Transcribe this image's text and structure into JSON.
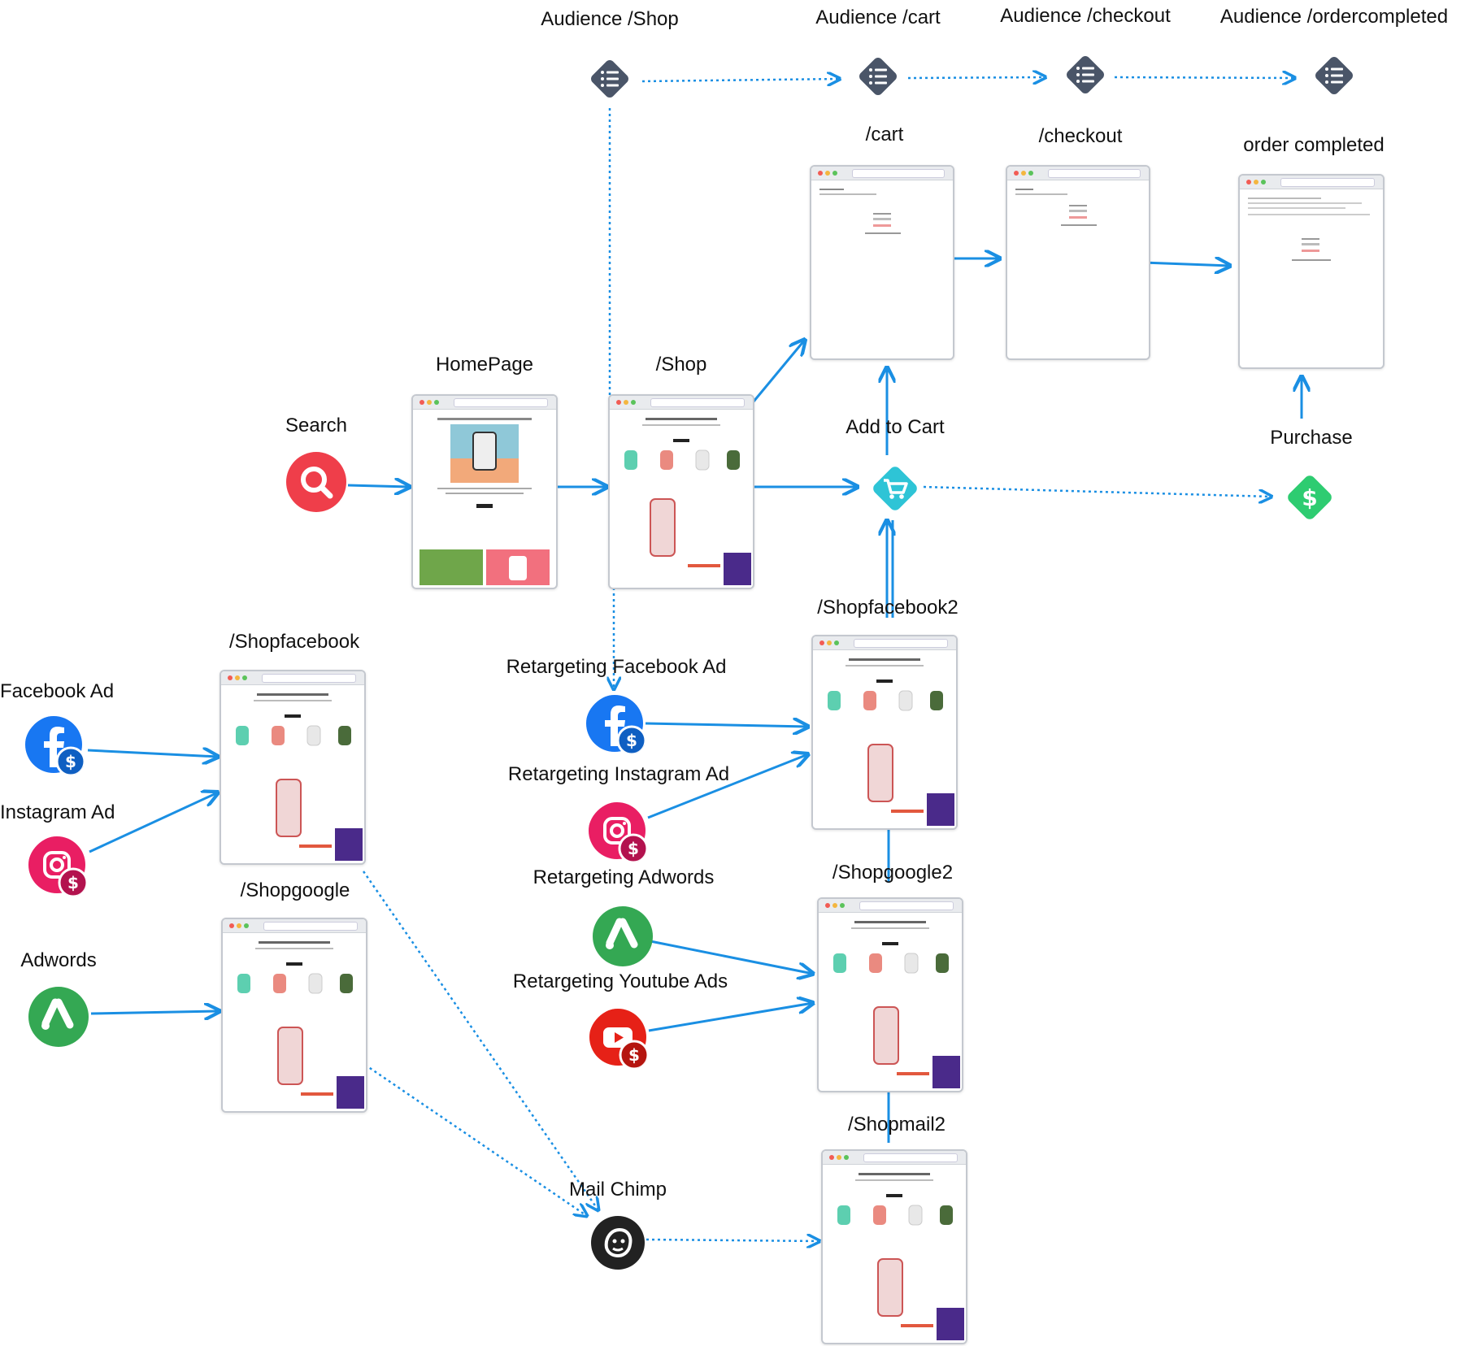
{
  "audiences": {
    "shop": "Audience /Shop",
    "cart": "Audience /cart",
    "checkout": "Audience /checkout",
    "ordercompleted": "Audience /ordercompleted"
  },
  "pages": {
    "homepage": "HomePage",
    "shop": "/Shop",
    "cart": "/cart",
    "checkout": "/checkout",
    "order_completed": "order completed",
    "shopfacebook": "/Shopfacebook",
    "shopgoogle": "/Shopgoogle",
    "shopfacebook2": "/Shopfacebook2",
    "shopgoogle2": "/Shopgoogle2",
    "shopmail2": "/Shopmail2"
  },
  "sources": {
    "search": "Search",
    "facebook_ad": "Facebook Ad",
    "instagram_ad": "Instagram Ad",
    "adwords": "Adwords",
    "retargeting_facebook": "Retargeting Facebook Ad",
    "retargeting_instagram": "Retargeting Instagram Ad",
    "retargeting_adwords": "Retargeting Adwords",
    "retargeting_youtube": "Retargeting Youtube Ads",
    "mailchimp": "Mail Chimp"
  },
  "events": {
    "add_to_cart": "Add to Cart",
    "purchase": "Purchase"
  },
  "colors": {
    "flow_arrow": "#1a8fe3",
    "audience_node": "#4a5568",
    "search": "#ef3e4a",
    "facebook": "#1877f2",
    "instagram": "#e1306c",
    "adwords": "#34a853",
    "youtube": "#e62117",
    "mailchimp": "#222222",
    "add_to_cart": "#2ec4d6",
    "purchase": "#2ecc71"
  }
}
